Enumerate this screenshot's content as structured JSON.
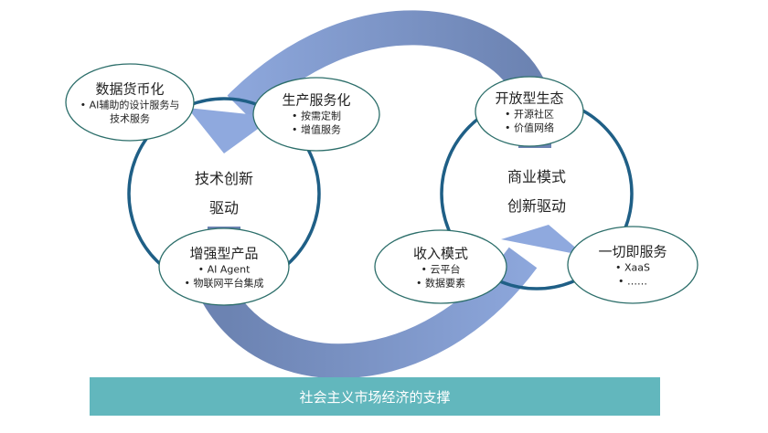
{
  "colors": {
    "circle": "#1f5f86",
    "ellipse_stroke": "#2c6e6a",
    "arrow_light": "#8fa9de",
    "arrow_dark": "#6c83b2",
    "banner": "#62b7bd"
  },
  "left_cycle": {
    "center": [
      "技术创新",
      "驱动"
    ],
    "nodes": [
      {
        "title": "数据货币化",
        "items": [
          "• AI辅助的设计服务与",
          "技术服务"
        ]
      },
      {
        "title": "生产服务化",
        "items": [
          "• 按需定制",
          "• 增值服务"
        ]
      },
      {
        "title": "增强型产品",
        "items": [
          "• AI Agent",
          "• 物联网平台集成"
        ]
      }
    ]
  },
  "right_cycle": {
    "center": [
      "商业模式",
      "创新驱动"
    ],
    "nodes": [
      {
        "title": "开放型生态",
        "items": [
          "• 开源社区",
          "• 价值网络"
        ]
      },
      {
        "title": "收入模式",
        "items": [
          "• 云平台",
          "• 数据要素"
        ]
      },
      {
        "title": "一切即服务",
        "items": [
          "• XaaS",
          "• ……"
        ]
      }
    ]
  },
  "banner": "社会主义市场经济的支撑"
}
